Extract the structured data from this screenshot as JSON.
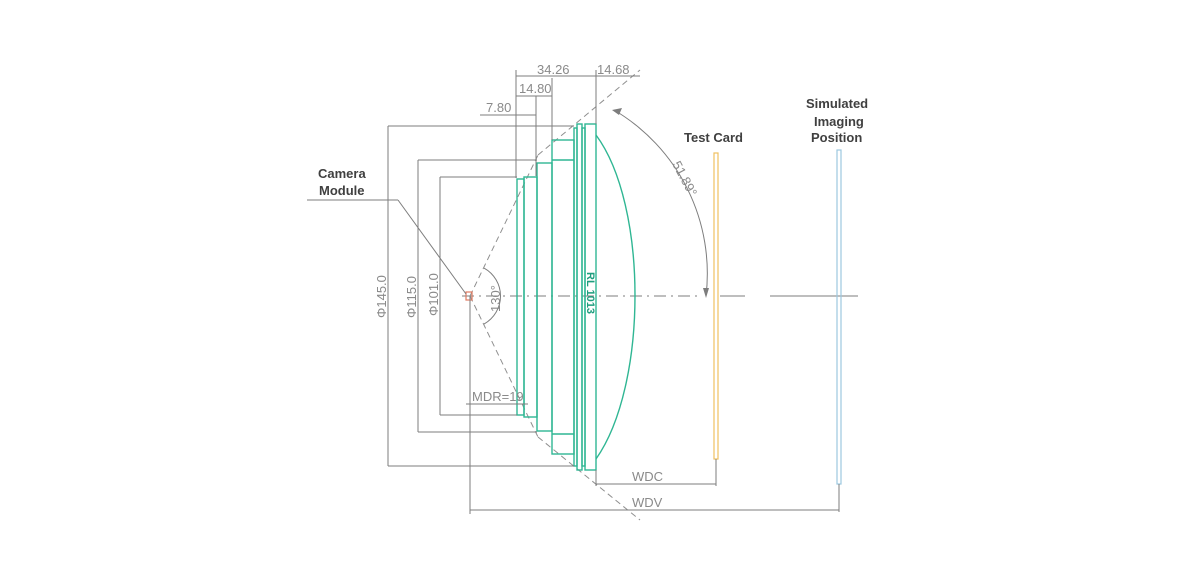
{
  "labels": {
    "camera_module_line1": "Camera",
    "camera_module_line2": "Module",
    "test_card": "Test Card",
    "sim_line1": "Simulated",
    "sim_line2": "Imaging",
    "sim_line3": "Position"
  },
  "dimensions": {
    "d_34_26": "34.26",
    "d_14_68": "14.68",
    "d_14_80": "14.80",
    "d_7_80": "7.80",
    "phi145": "Φ145.0",
    "phi115": "Φ115.0",
    "phi101": "Φ101.0",
    "angle_fov": "130°",
    "angle_51": "51.89°",
    "mdr": "MDR=19",
    "wdc": "WDC",
    "wdv": "WDV"
  },
  "lens_marking": "RL 1013",
  "colors": {
    "lens": "#2fb693",
    "test_card": "#f0c060",
    "sim_plane": "#9cc8e0",
    "sensor": "#e07a60"
  }
}
